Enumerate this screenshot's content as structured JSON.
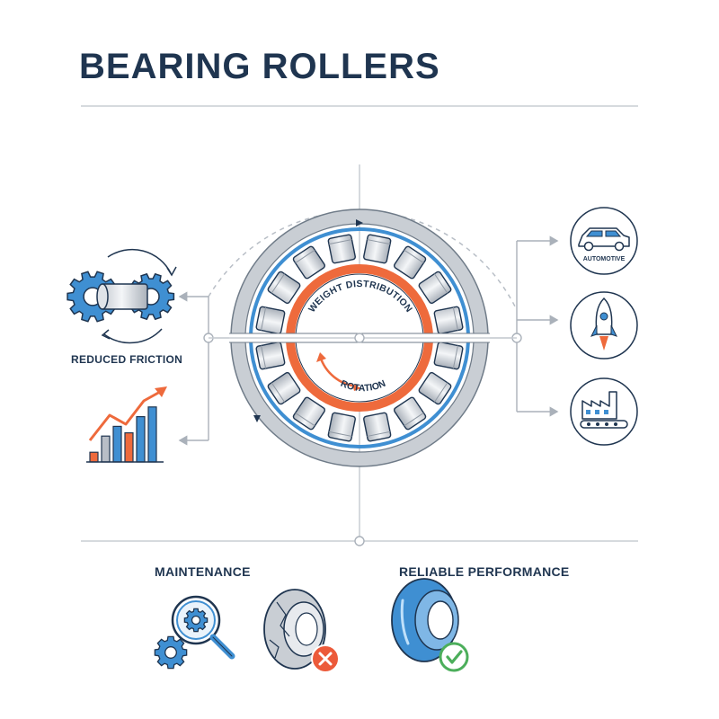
{
  "title": "BEARING ROLLERS",
  "labels": {
    "weight_distribution": "WEIGHT DISTRIBUTION",
    "rotation": "ROTATION",
    "reduced_friction": "REDUCED FRICTION",
    "automotive": "AUTOMOTIVE",
    "maintenance": "MAINTENANCE",
    "reliable_performance": "RELIABLE PERFORMANCE"
  },
  "colors": {
    "navy": "#1f3550",
    "blue": "#3f8fd2",
    "orange": "#ee6a3c",
    "gray": "#b8bec6",
    "light_gray": "#d8dde3",
    "green": "#4cae5b",
    "red": "#ec5a3a"
  },
  "chart_bars": [
    0.15,
    0.4,
    0.55,
    0.45,
    0.7,
    0.85
  ],
  "icons": [
    "gear-icon",
    "car-icon",
    "rocket-icon",
    "factory-icon",
    "magnifier-icon",
    "cross-icon",
    "check-icon",
    "trend-arrow-icon"
  ]
}
